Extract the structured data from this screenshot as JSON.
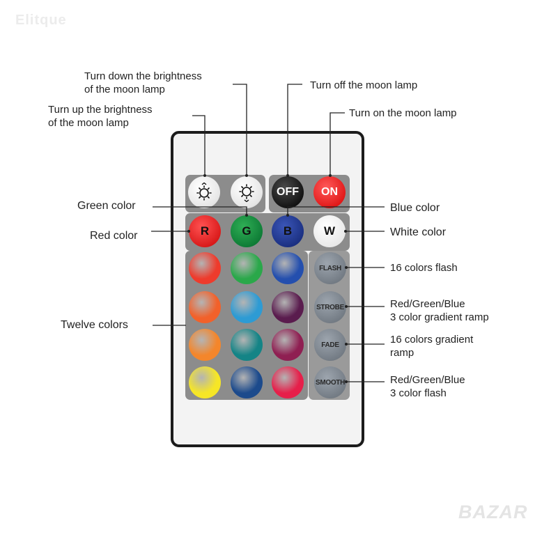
{
  "watermarks": {
    "top_left": "Elitque",
    "bottom_right": "BAZAR"
  },
  "remote": {
    "buttons": {
      "brightness_up_icon": "sun-up-icon",
      "brightness_down_icon": "sun-down-icon",
      "off": "OFF",
      "on": "ON",
      "red": "R",
      "green": "G",
      "blue": "B",
      "white": "W",
      "flash": "FLASH",
      "strobe": "STROBE",
      "fade": "FADE",
      "smooth": "SMOOTH"
    },
    "color_grid": [
      [
        "#ee3b2c",
        "#2aa84a",
        "#244fae"
      ],
      [
        "#f2612a",
        "#2d9bd4",
        "#5a1c4e"
      ],
      [
        "#f4862b",
        "#148486",
        "#8f1f52"
      ],
      [
        "#f6e626",
        "#1c4a8c",
        "#e61f4a"
      ]
    ]
  },
  "labels": {
    "brightness_down": [
      "Turn down the brightness",
      "of the moon lamp"
    ],
    "brightness_up": [
      "Turn up the brightness",
      "of the moon lamp"
    ],
    "turn_off": "Turn off the moon lamp",
    "turn_on": "Turn on the moon lamp",
    "green": "Green color",
    "blue": "Blue color",
    "red": "Red color",
    "white": "White color",
    "twelve": "Twelve  colors",
    "flash": "16 colors flash",
    "strobe": [
      "Red/Green/Blue",
      "3 color gradient ramp"
    ],
    "fade": [
      "16 colors gradient",
      "ramp"
    ],
    "smooth": [
      "Red/Green/Blue",
      "3 color flash"
    ]
  }
}
